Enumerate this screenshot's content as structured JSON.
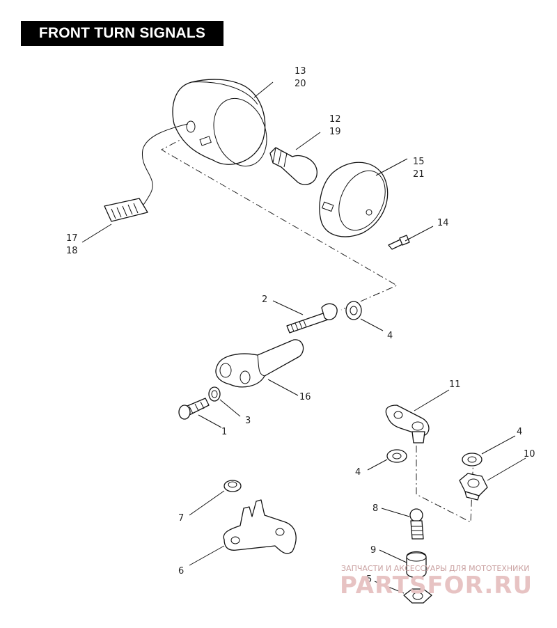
{
  "title": "FRONT TURN SIGNALS",
  "callouts": {
    "c13": "13",
    "c20": "20",
    "c12": "12",
    "c19": "19",
    "c15": "15",
    "c21": "21",
    "c14": "14",
    "c17": "17",
    "c18": "18",
    "c2": "2",
    "c4a": "4",
    "c16": "16",
    "c3": "3",
    "c1": "1",
    "c11": "11",
    "c4b": "4",
    "c4c": "4",
    "c10": "10",
    "c7": "7",
    "c8": "8",
    "c9": "9",
    "c6": "6",
    "c5": "5"
  },
  "watermark": {
    "line1": "ЗАПЧАСТИ И АКСЕССУАРЫ ДЛЯ МОТОТЕХНИКИ",
    "line2": "PARTSFOR.RU"
  }
}
